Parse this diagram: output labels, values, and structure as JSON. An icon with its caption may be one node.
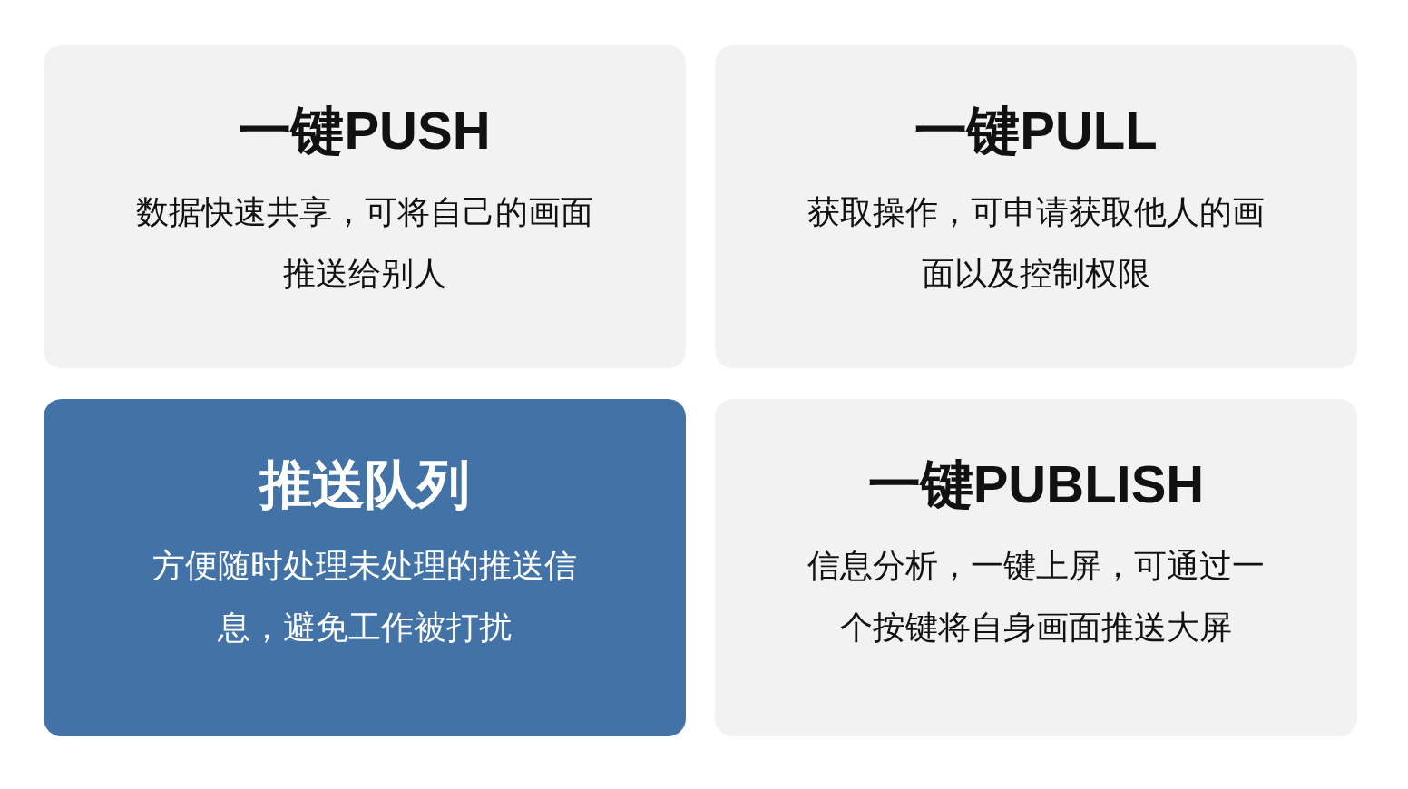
{
  "diagram": {
    "nodes": [
      {
        "text": [
          "一键PUSH",
          "数据快速共享，可将自己的画面推送给别人"
        ]
      },
      {
        "text": [
          "一键PULL",
          "获取操作，可申请获取他人的画面以及控制权限"
        ]
      },
      {
        "text": [
          "推送队列",
          "方便随时处理未处理的推送信息，避免工作被打扰"
        ]
      },
      {
        "text": [
          "一键PUBLISH",
          "信息分析，一键上屏，可通过一个按键将自身画面推送大屏"
        ]
      }
    ]
  }
}
